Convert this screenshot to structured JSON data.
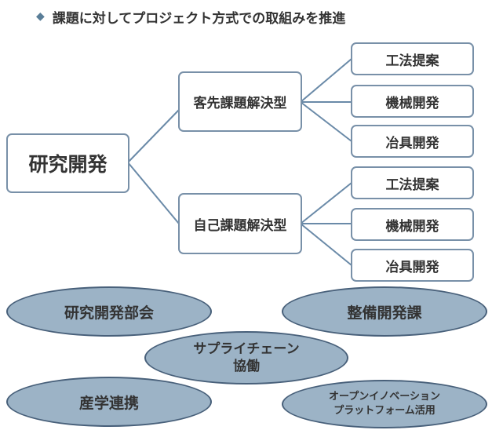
{
  "headline": {
    "bullet": "◆",
    "text": "課題に対してプロジェクト方式での取組みを推進"
  },
  "tree": {
    "root": "研究開発",
    "branches": [
      {
        "label": "客先課題解決型",
        "leaves": [
          "工法提案",
          "機械開発",
          "冶具開発"
        ]
      },
      {
        "label": "自己課題解決型",
        "leaves": [
          "工法提案",
          "機械開発",
          "冶具開発"
        ]
      }
    ]
  },
  "ellipses": {
    "rd_committee": "研究開発部会",
    "maintenance_dev": "整備開発課",
    "supply_chain_line1": "サプライチェーン",
    "supply_chain_line2": "協働",
    "academia": "産学連携",
    "open_innovation_line1": "オープンイノベーション",
    "open_innovation_line2": "プラットフォーム活用"
  },
  "colors": {
    "box_border": "#7890a8",
    "connector": "#6a8aa8",
    "ellipse_fill": "#9cb3c6",
    "ellipse_border": "#48607a",
    "text": "#333333"
  }
}
